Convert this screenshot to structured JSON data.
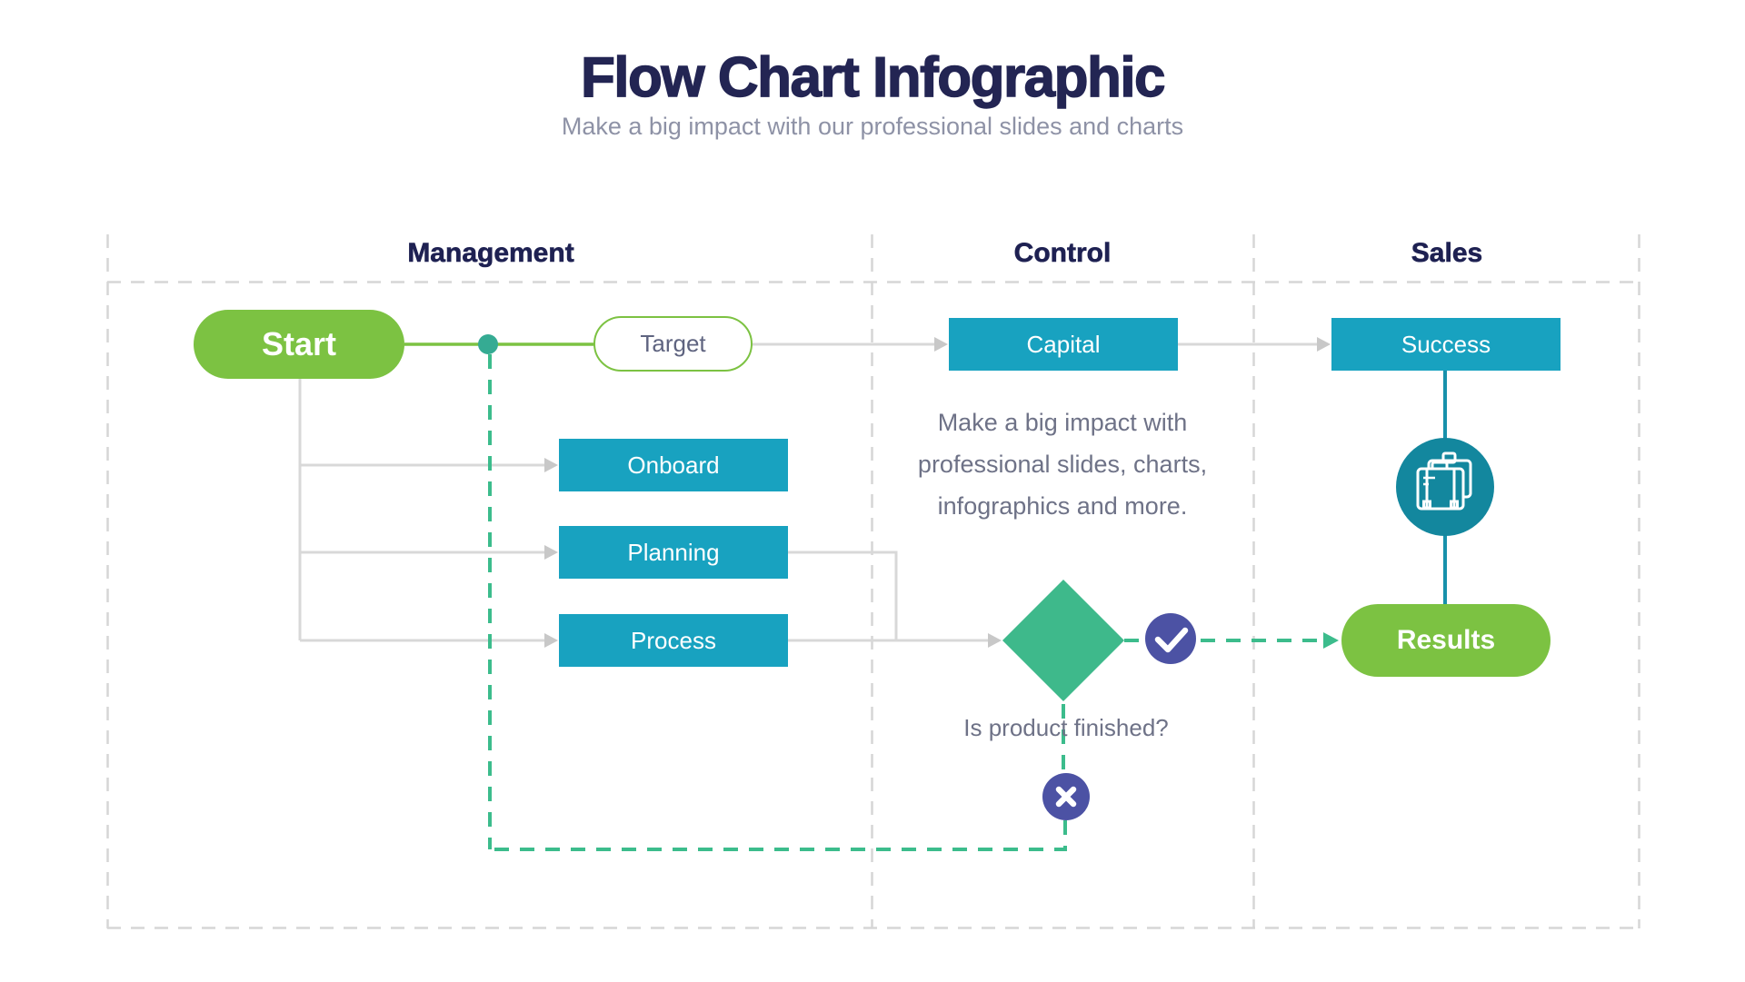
{
  "header": {
    "title": "Flow Chart Infographic",
    "subtitle": "Make a big impact with our professional slides and charts"
  },
  "columns": [
    {
      "label": "Management"
    },
    {
      "label": "Control"
    },
    {
      "label": "Sales"
    }
  ],
  "nodes": {
    "start": "Start",
    "target": "Target",
    "capital": "Capital",
    "success": "Success",
    "onboard": "Onboard",
    "planning": "Planning",
    "process": "Process",
    "results": "Results"
  },
  "texts": {
    "description": "Make a big impact with professional slides, charts, infographics and more.",
    "decision_question": "Is product finished?"
  },
  "icons": {
    "yes_icon": "check-circle",
    "no_icon": "x-circle",
    "sales_icon": "briefcase-circle",
    "decision_shape": "diamond",
    "flow_dot": "connector-dot"
  },
  "colors": {
    "green": "#7cc242",
    "teal_box": "#18a2c0",
    "teal_dark_circle": "#13879e",
    "teal_line": "#1791ab",
    "emerald_diamond": "#3eb98b",
    "dashed_green": "#3cbc8c",
    "dot_teal": "#35ab93",
    "indigo_badge": "#4c52a4",
    "navy_text": "#232553",
    "gray_text": "#6e7287",
    "subtitle_gray": "#8e92a6",
    "connector_gray": "#d8d8d8",
    "frame_gray": "#d6d6d6"
  }
}
